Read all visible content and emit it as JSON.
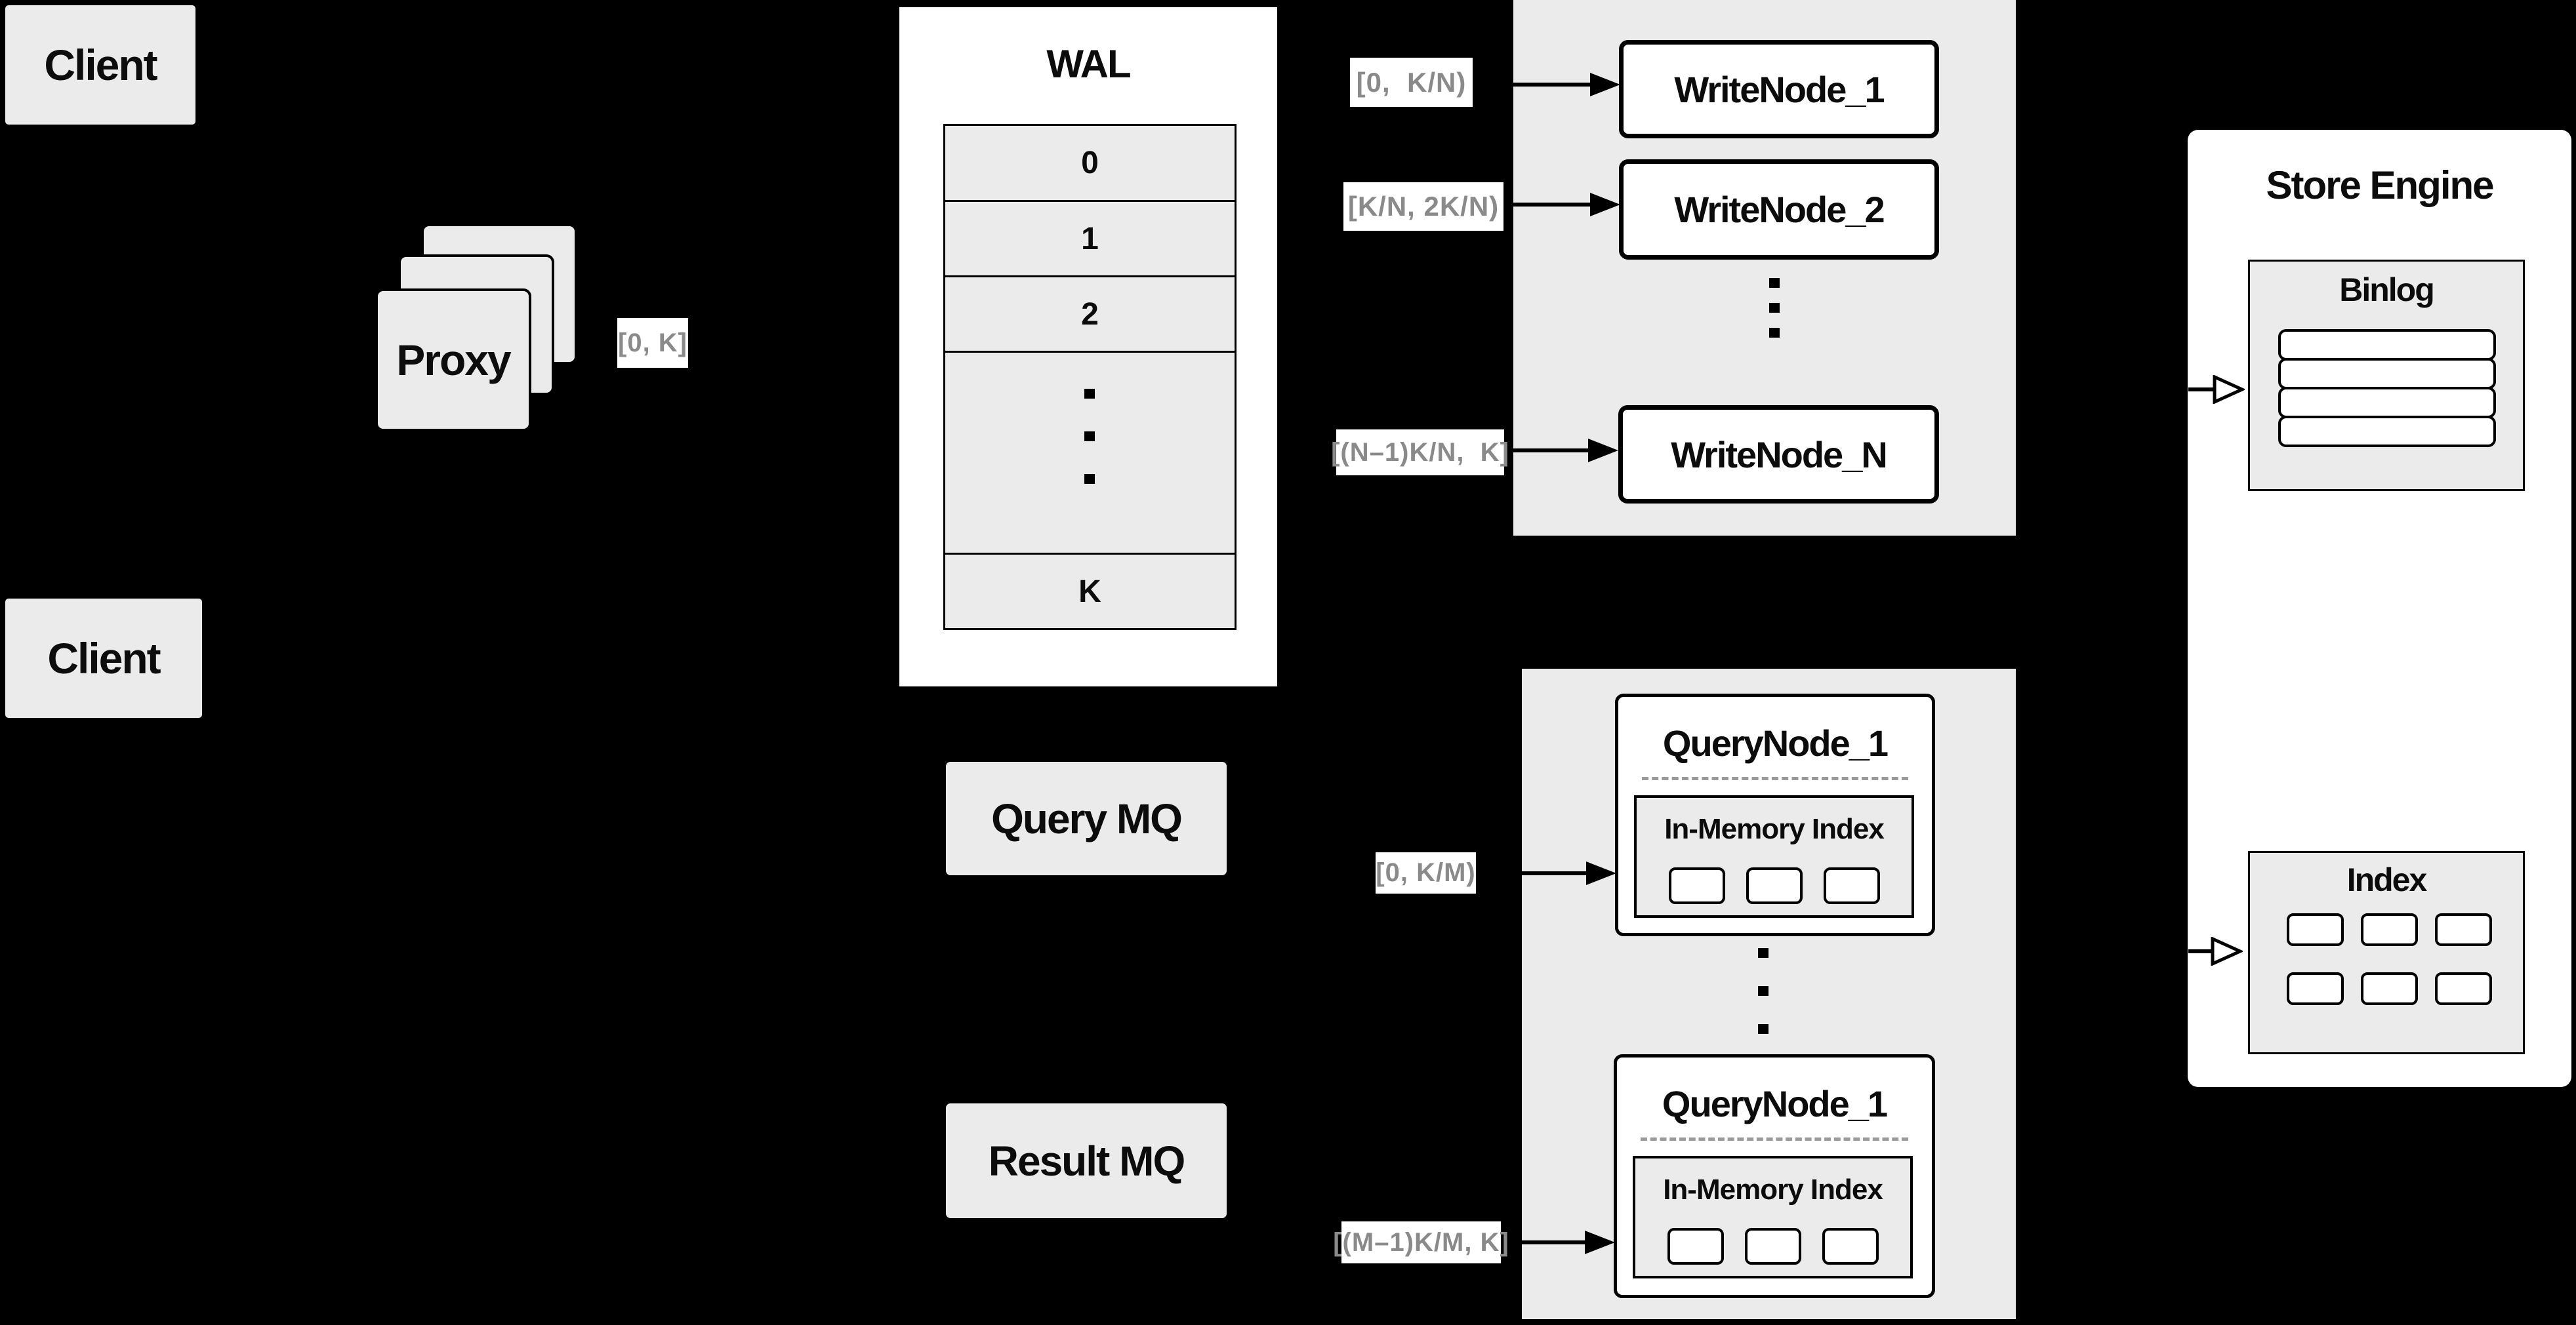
{
  "canvas": {
    "background": "#000000"
  },
  "palette": {
    "panel_gray": "#ebebeb",
    "node_white": "#ffffff",
    "line_black": "#000000",
    "range_text_gray": "#8a8a8a",
    "dash_gray": "#9a9a9a"
  },
  "clients": {
    "top": "Client",
    "bottom": "Client"
  },
  "proxy": {
    "label": "Proxy",
    "range": "[0, K]"
  },
  "wal": {
    "title": "WAL",
    "segments": [
      "0",
      "1",
      "2"
    ],
    "tail_segment": "K"
  },
  "write_group": {
    "ranges": [
      "[0,  K/N)",
      "[K/N, 2K/N)",
      "[(N–1)K/N,  K]"
    ],
    "nodes": [
      "WriteNode_1",
      "WriteNode_2",
      "WriteNode_N"
    ]
  },
  "store_engine": {
    "title": "Store Engine",
    "binlog": {
      "title": "Binlog",
      "row_count": 4
    },
    "index": {
      "title": "Index",
      "cell_count": 6
    }
  },
  "mq": {
    "query": "Query MQ",
    "result": "Result MQ"
  },
  "query_group": {
    "ranges": [
      "[0, K/M)",
      "[(M–1)K/M, K]"
    ],
    "nodes": [
      {
        "title": "QueryNode_1",
        "inner_title": "In-Memory Index",
        "cell_count": 3
      },
      {
        "title": "QueryNode_1",
        "inner_title": "In-Memory Index",
        "cell_count": 3
      }
    ]
  }
}
